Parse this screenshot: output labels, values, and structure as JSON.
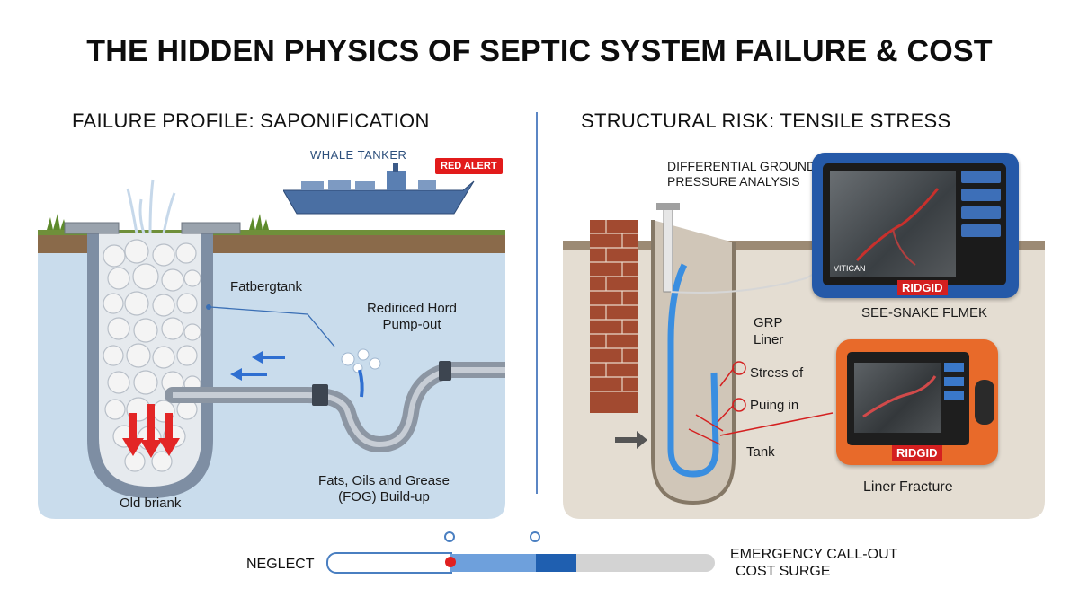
{
  "title": "THE HIDDEN PHYSICS OF SEPTIC SYSTEM FAILURE & COST",
  "left_panel": {
    "heading": "FAILURE PROFILE: SAPONIFICATION",
    "tanker_label": "WHALE TANKER",
    "alert_label": "RED ALERT",
    "fatberg_label": "Fatbergtank",
    "pumpout_line1": "Rediriced Hord",
    "pumpout_line2": "Pump-out",
    "fog_line1": "Fats, Oils and Grease",
    "fog_line2": "(FOG) Build-up",
    "old_tank_label": "Old briank"
  },
  "right_panel": {
    "heading": "STRUCTURAL RISK: TENSILE STRESS",
    "pressure_line1": "DIFFERENTIAL GROUND",
    "pressure_line2": "PRESSURE ANALYSIS",
    "grp_line1": "GRP",
    "grp_line2": "Liner",
    "stress_label": "Stress of",
    "puing_label": "Puing in",
    "tank_label": "Tank",
    "device1_screen_text": "VITICAN",
    "device1_brand": "RIDGID",
    "device1_caption": "SEE-SNAKE FLMEK",
    "device2_brand": "RIDGID",
    "device2_caption": "Liner Fracture"
  },
  "cost_scale": {
    "left_label": "NEGLECT",
    "right_line1": "EMERGENCY CALL-OUT",
    "right_line2": "COST SURGE"
  }
}
